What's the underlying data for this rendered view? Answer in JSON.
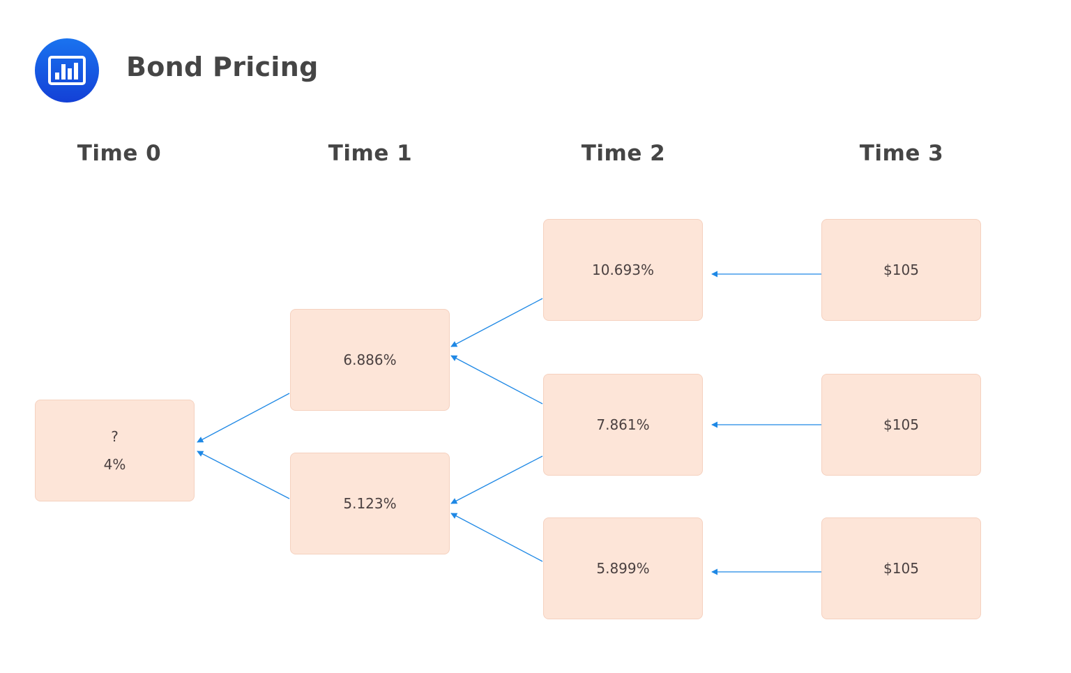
{
  "header": {
    "icon": "bar-chart-icon",
    "title": "Bond Pricing"
  },
  "columns": [
    {
      "label": "Time 0"
    },
    {
      "label": "Time 1"
    },
    {
      "label": "Time 2"
    },
    {
      "label": "Time 3"
    }
  ],
  "nodes": {
    "t0": {
      "line1": "?",
      "line2": "4%"
    },
    "t1_up": {
      "value": "6.886%"
    },
    "t1_down": {
      "value": "5.123%"
    },
    "t2_up": {
      "value": "10.693%"
    },
    "t2_mid": {
      "value": "7.861%"
    },
    "t2_down": {
      "value": "5.899%"
    },
    "t3_up": {
      "value": "$105"
    },
    "t3_mid": {
      "value": "$105"
    },
    "t3_down": {
      "value": "$105"
    }
  },
  "colors": {
    "node_fill": "#fde5d8",
    "node_border": "#f5d1bf",
    "arrow": "#1e88e5",
    "logo": "#1a5fe6",
    "text": "#454545"
  }
}
